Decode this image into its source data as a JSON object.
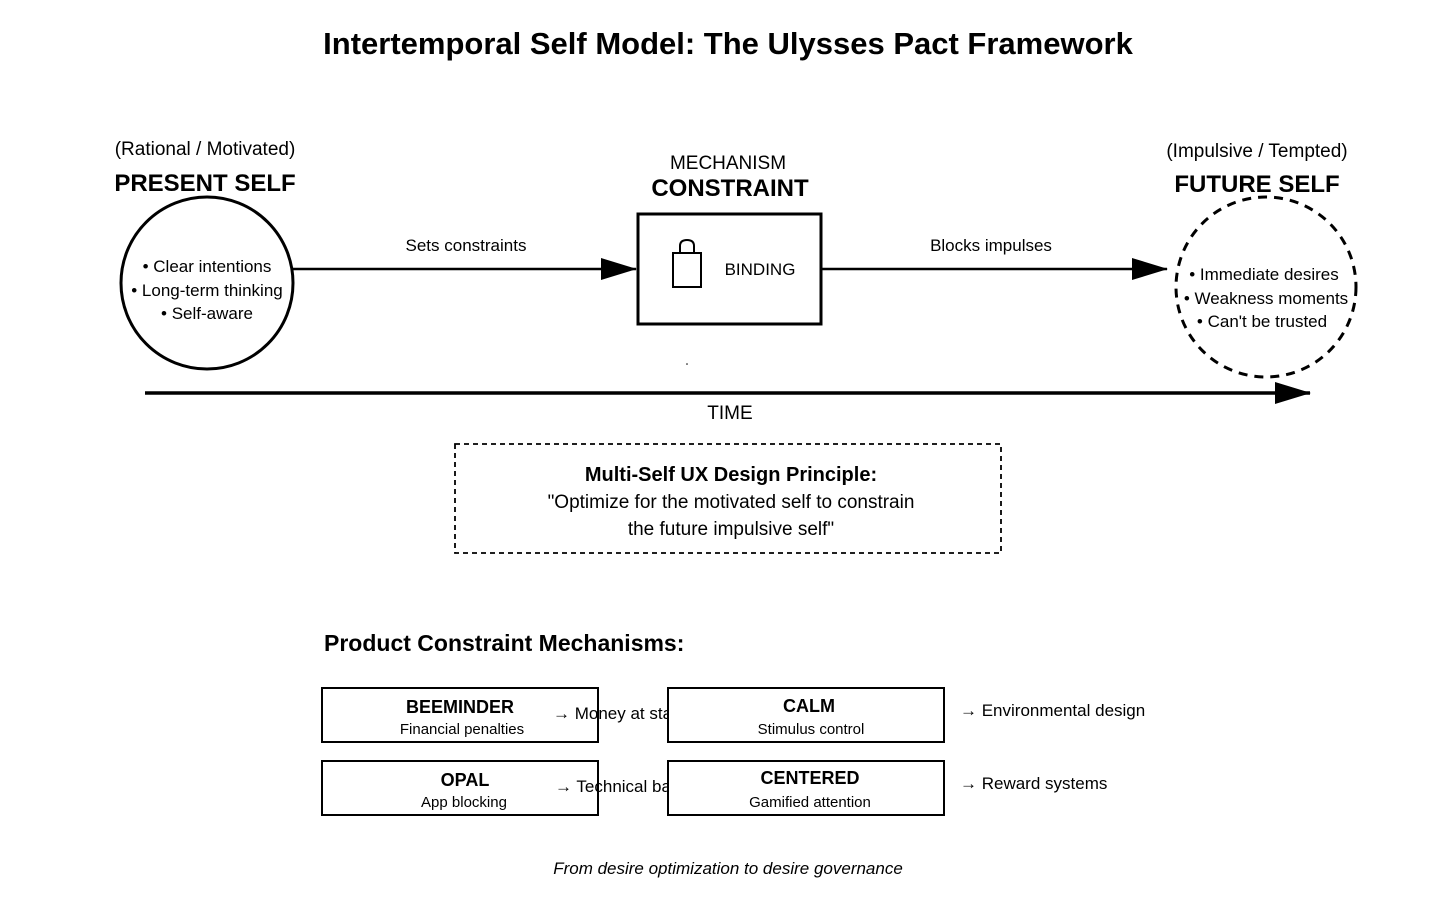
{
  "title": "Intertemporal Self Model: The Ulysses Pact Framework",
  "present_self": {
    "subtitle": "(Rational / Motivated)",
    "heading": "PRESENT SELF",
    "bullets": [
      "• Clear intentions",
      "• Long-term thinking",
      "• Self-aware"
    ]
  },
  "mechanism": {
    "subtitle": "MECHANISM",
    "heading": "CONSTRAINT",
    "box_label": "BINDING",
    "icon": "lock-icon"
  },
  "future_self": {
    "subtitle": "(Impulsive / Tempted)",
    "heading": "FUTURE SELF",
    "bullets": [
      "• Immediate desires",
      "• Weakness moments",
      "• Can't be trusted"
    ]
  },
  "edges": {
    "present_to_mechanism": "Sets constraints",
    "mechanism_to_future": "Blocks impulses"
  },
  "time_axis": {
    "label": "TIME"
  },
  "principle": {
    "title": "Multi-Self UX Design Principle:",
    "line1": "\"Optimize for the motivated self to constrain",
    "line2": "the future impulsive self\""
  },
  "products": {
    "heading": "Product Constraint Mechanisms:",
    "items": [
      {
        "name": "BEEMINDER",
        "desc": "Financial penalties",
        "outcome": "→ Money at stake"
      },
      {
        "name": "CALM",
        "desc": "Stimulus control",
        "outcome": "→ Environmental design"
      },
      {
        "name": "OPAL",
        "desc": "App blocking",
        "outcome": "→ Technical barriers"
      },
      {
        "name": "CENTERED",
        "desc": "Gamified attention",
        "outcome": "→ Reward systems"
      }
    ]
  },
  "footer": "From desire optimization to desire governance"
}
